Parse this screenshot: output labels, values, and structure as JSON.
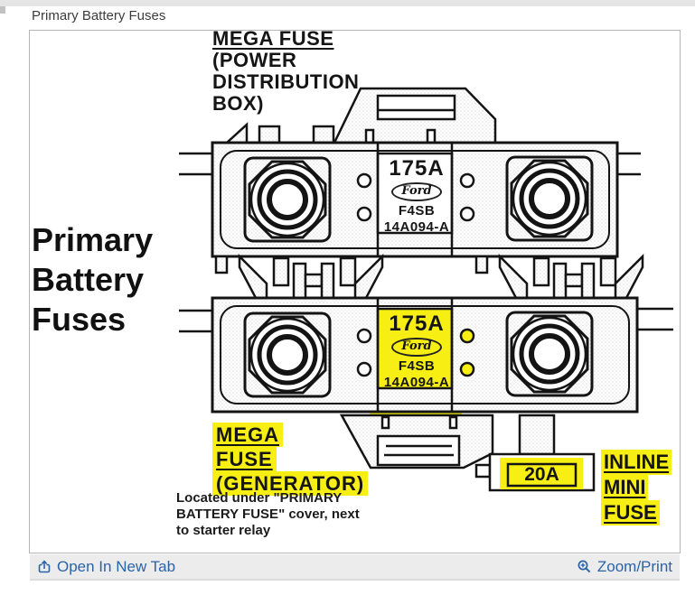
{
  "header": {
    "title": "Primary Battery Fuses"
  },
  "diagram": {
    "mega_pdb": {
      "line1": "MEGA FUSE",
      "line2": "(POWER",
      "line3": "DISTRIBUTION",
      "line4": "BOX)"
    },
    "side_title": {
      "line1": "Primary",
      "line2": "Battery",
      "line3": "Fuses"
    },
    "fuse_top": {
      "amp": "175A",
      "brand": "Ford",
      "code1": "F4SB",
      "code2": "14A094-A"
    },
    "fuse_bottom": {
      "amp": "175A",
      "brand": "Ford",
      "code1": "F4SB",
      "code2": "14A094-A"
    },
    "mega_generator": {
      "line1": "MEGA",
      "line2": "FUSE",
      "line3": "(GENERATOR)"
    },
    "note": {
      "line1": "Located under \"PRIMARY",
      "line2": "BATTERY FUSE\" cover, next",
      "line3": "to starter relay"
    },
    "inline_mini": {
      "amp": "20A",
      "line1": "INLINE",
      "line2": "MINI",
      "line3": "FUSE"
    },
    "highlight_color": "#f7ee14"
  },
  "footer": {
    "open_in_new_tab": "Open In New Tab",
    "zoom_print": "Zoom/Print"
  },
  "icons": {
    "open": "open-in-new-tab-icon",
    "zoom": "magnifier-plus-icon"
  },
  "colors": {
    "link": "#2b63a8",
    "line_art": "#141414",
    "toolbar_bg": "#ececec"
  }
}
